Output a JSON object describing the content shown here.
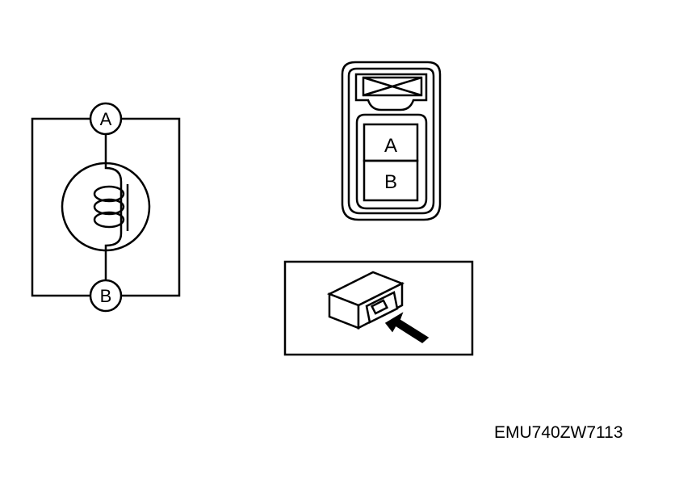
{
  "circuit": {
    "terminal_top": "A",
    "terminal_bottom": "B"
  },
  "connector": {
    "pin_top": "A",
    "pin_bottom": "B"
  },
  "figure_code": "EMU740ZW7113",
  "colors": {
    "ink": "#000000",
    "background": "#ffffff"
  }
}
